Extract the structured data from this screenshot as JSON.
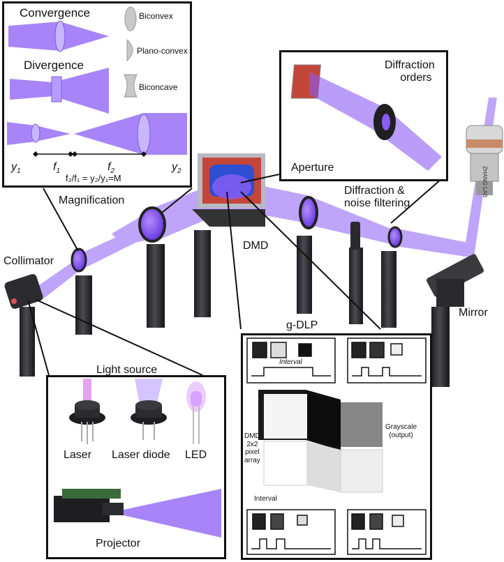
{
  "colors": {
    "beam": "#8a5cf5",
    "beam_light": "#b89cff",
    "post": "#2a2a2e",
    "dmd_frame": "#c4453a",
    "dmd_glass": "#2d4fd1",
    "outline": "#111111"
  },
  "magnification_inset": {
    "convergence": "Convergence",
    "divergence": "Divergence",
    "biconvex": "Biconvex",
    "plano_convex": "Plano-convex",
    "biconcave": "Biconcave",
    "y1": "y",
    "y1_sub": "1",
    "f1": "f",
    "f1_sub": "1",
    "f2": "f",
    "f2_sub": "2",
    "y2": "y",
    "y2_sub": "2",
    "formula": "f₂/f₁ = y₂/y₁=M"
  },
  "labels": {
    "magnification": "Magnification",
    "collimator": "Collimator",
    "dmd": "DMD",
    "diffraction_filter_line1": "Diffraction &",
    "diffraction_filter_line2": "noise filtering",
    "mirror": "Mirror",
    "g_dlp": "g-DLP",
    "light_source": "Light source"
  },
  "diffraction_inset": {
    "orders_line1": "Diffraction",
    "orders_line2": "orders",
    "aperture": "Aperture"
  },
  "light_source_inset": {
    "laser": "Laser",
    "laser_diode": "Laser diode",
    "led": "LED",
    "projector": "Projector"
  },
  "gdlp_inset": {
    "interval_top": "Interval",
    "dmd_line1": "DMD",
    "dmd_line2": "2x2",
    "dmd_line3": "pixel",
    "dmd_line4": "array",
    "grayscale_line1": "Grayscale",
    "grayscale_line2": "(output)",
    "interval_bottom": "Interval"
  },
  "objective": {
    "brand": "ZHANG LAB"
  }
}
